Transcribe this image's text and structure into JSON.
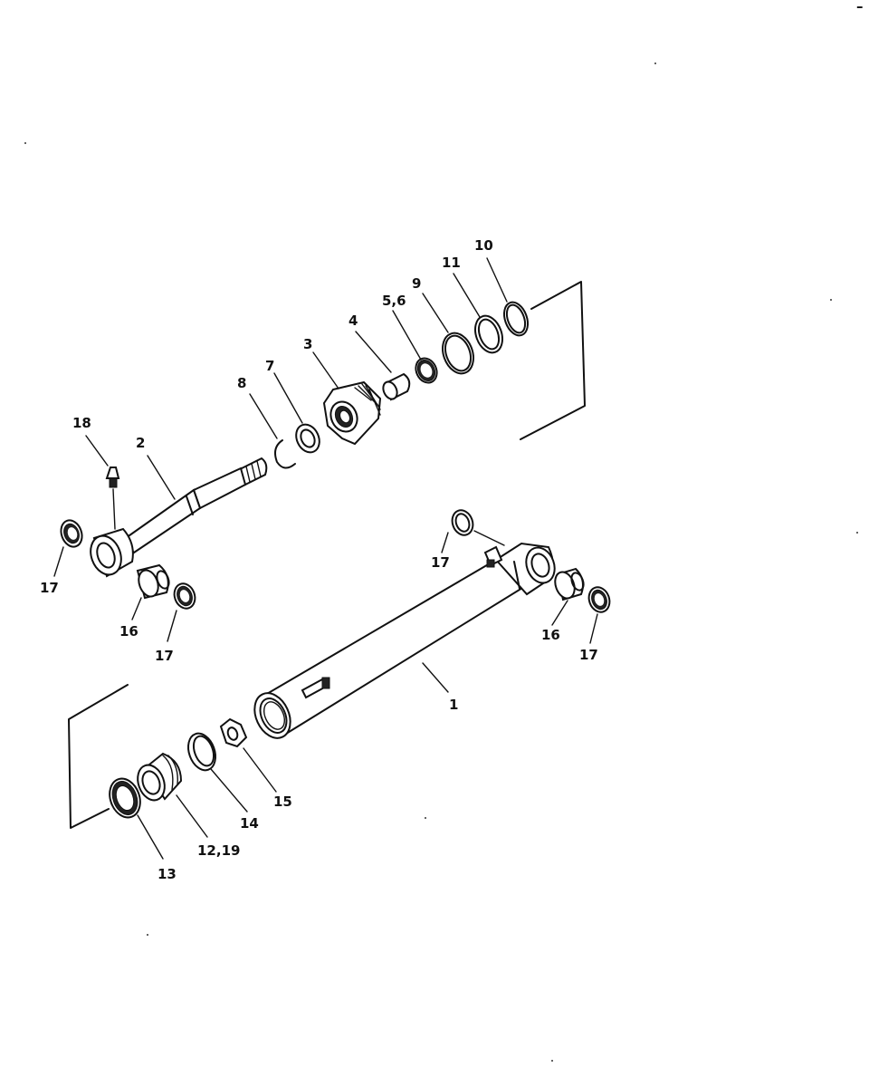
{
  "callouts": {
    "c1": "1",
    "c2": "2",
    "c3": "3",
    "c4": "4",
    "c56": "5,6",
    "c7": "7",
    "c8": "8",
    "c9": "9",
    "c10": "10",
    "c11": "11",
    "c1219": "12,19",
    "c13": "13",
    "c14": "14",
    "c15": "15",
    "c16a": "16",
    "c16b": "16",
    "c17a": "17",
    "c17b": "17",
    "c17c": "17",
    "c17d": "17",
    "c18": "18"
  },
  "corner_mark": "–"
}
